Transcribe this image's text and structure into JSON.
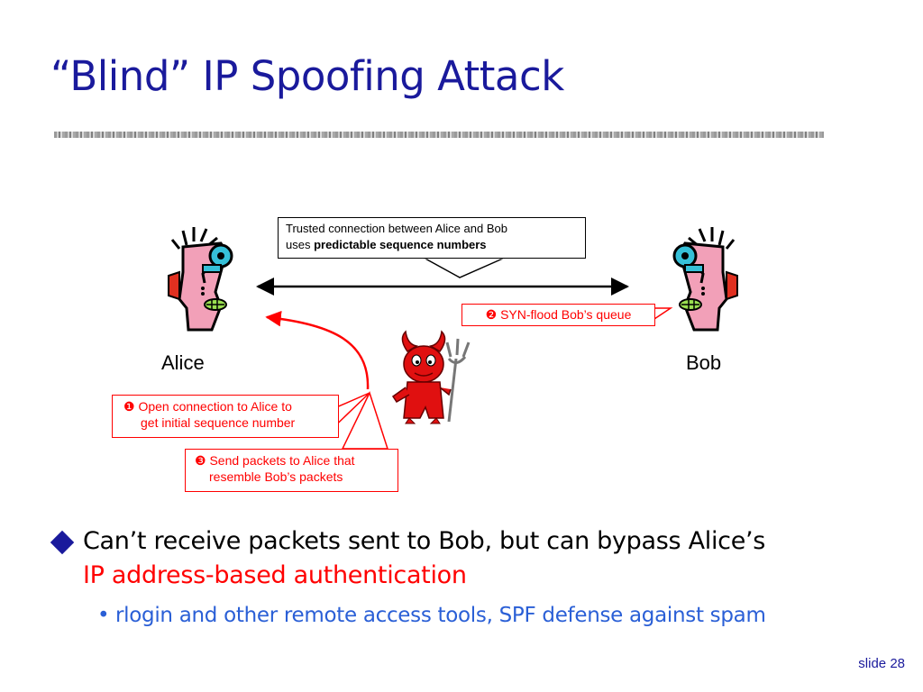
{
  "title": "“Blind” IP Spoofing Attack",
  "callouts": {
    "trusted_line1": "Trusted connection between Alice and Bob",
    "trusted_line2_prefix": "uses ",
    "trusted_line2_bold": "predictable sequence numbers",
    "syn": "❷ SYN-flood Bob’s queue",
    "step1_line1": "❶ Open connection to Alice to",
    "step1_line2": "get initial sequence number",
    "step3_line1": "❸ Send packets to Alice that",
    "step3_line2": "resemble Bob’s packets"
  },
  "names": {
    "alice": "Alice",
    "bob": "Bob"
  },
  "bullets": {
    "main_prefix": "Can’t receive packets sent to Bob, but can bypass Alice’s",
    "main_red": "IP address-based authentication",
    "sub": "rlogin and other remote access tools, SPF defense against spam"
  },
  "slide_number": "slide 28",
  "colors": {
    "title": "#1a1a9c",
    "accent_red": "#ff0000",
    "sub_blue": "#2a5fd6"
  },
  "icons": [
    "alice-face-icon",
    "bob-face-icon",
    "devil-icon",
    "bullet-diamond-icon"
  ]
}
